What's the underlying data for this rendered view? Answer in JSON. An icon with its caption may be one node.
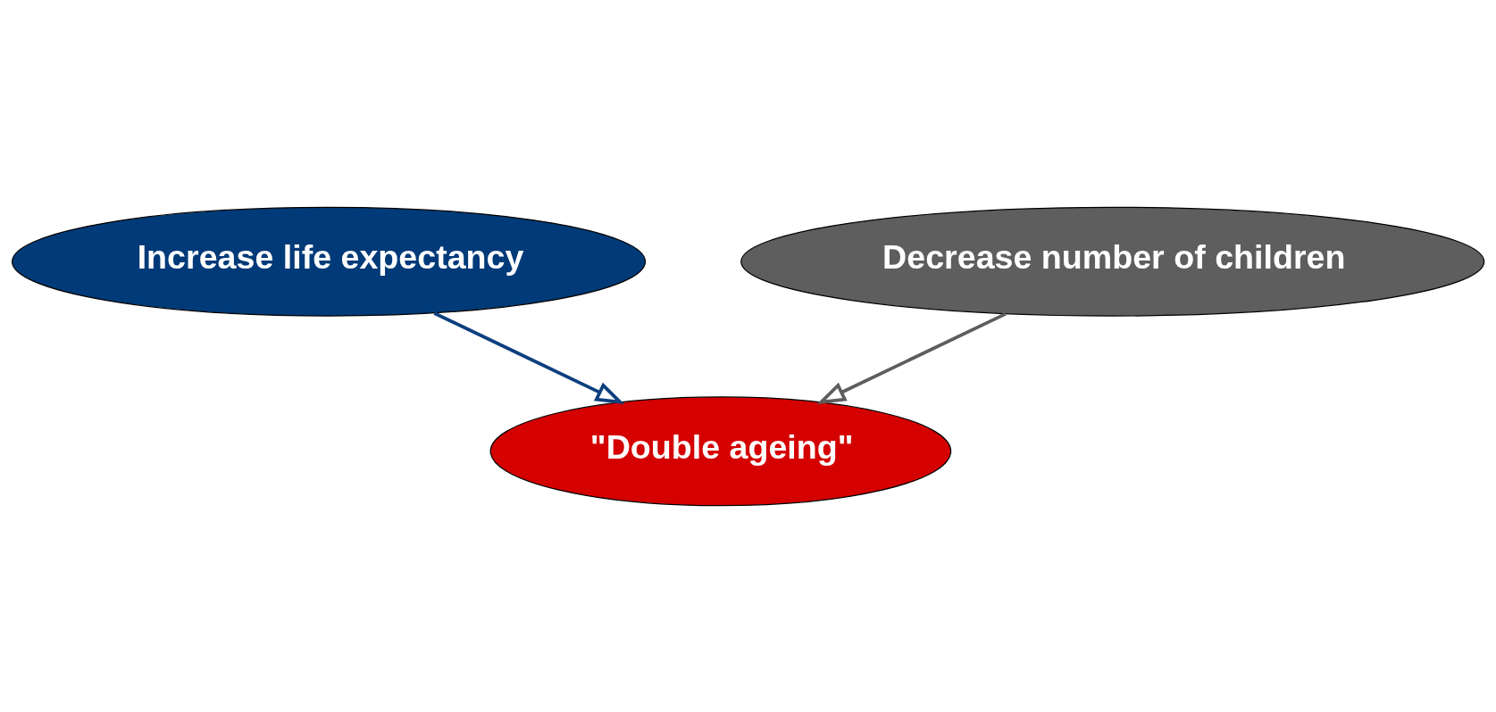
{
  "diagram": {
    "nodes": [
      {
        "text": [
          "Increase life expectancy"
        ]
      },
      {
        "text": [
          "Decrease number of children"
        ]
      },
      {
        "text": [
          "\"Double ageing\""
        ]
      }
    ],
    "edges": [
      {
        "from": 0,
        "to": 2,
        "arrow": "to",
        "color": "#0d3f7e"
      },
      {
        "from": 1,
        "to": 2,
        "arrow": "to",
        "color": "#5e5e5e"
      }
    ]
  }
}
